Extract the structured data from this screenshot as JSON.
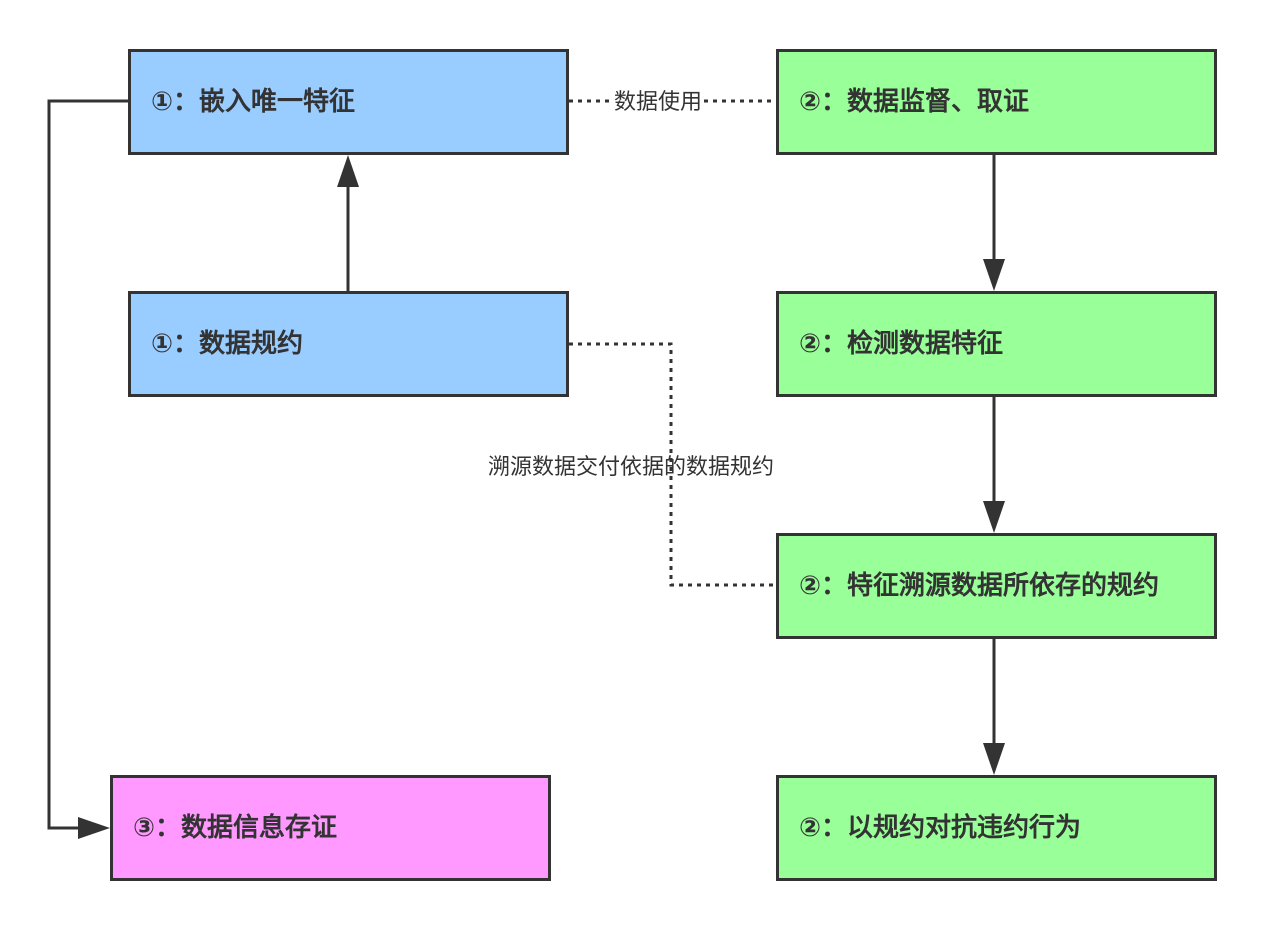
{
  "diagram": {
    "type": "flowchart",
    "colors": {
      "stroke": "#333333",
      "group1_fill": "#99ccff",
      "group2_fill": "#99ff99",
      "group3_fill": "#ff99ff",
      "background": "#ffffff"
    },
    "nodes": [
      {
        "id": "A",
        "label": "①：嵌入唯一特征",
        "group": 1
      },
      {
        "id": "B",
        "label": "①：数据规约",
        "group": 1
      },
      {
        "id": "C",
        "label": "③：数据信息存证",
        "group": 3
      },
      {
        "id": "D",
        "label": "②：数据监督、取证",
        "group": 2
      },
      {
        "id": "E",
        "label": "②：检测数据特征",
        "group": 2
      },
      {
        "id": "F",
        "label": "②：特征溯源数据所依存的规约",
        "group": 2
      },
      {
        "id": "G",
        "label": "②：以规约对抗违约行为",
        "group": 2
      }
    ],
    "edges": [
      {
        "from": "B",
        "to": "A",
        "style": "solid",
        "arrow": true
      },
      {
        "from": "A",
        "to": "C",
        "style": "solid",
        "arrow": true
      },
      {
        "from": "A",
        "to": "D",
        "style": "dotted",
        "arrow": false,
        "label": "数据使用"
      },
      {
        "from": "B",
        "to": "F",
        "style": "dotted",
        "arrow": false,
        "label": "溯源数据交付依据的数据规约"
      },
      {
        "from": "D",
        "to": "E",
        "style": "solid",
        "arrow": true
      },
      {
        "from": "E",
        "to": "F",
        "style": "solid",
        "arrow": true
      },
      {
        "from": "F",
        "to": "G",
        "style": "solid",
        "arrow": true
      }
    ]
  }
}
